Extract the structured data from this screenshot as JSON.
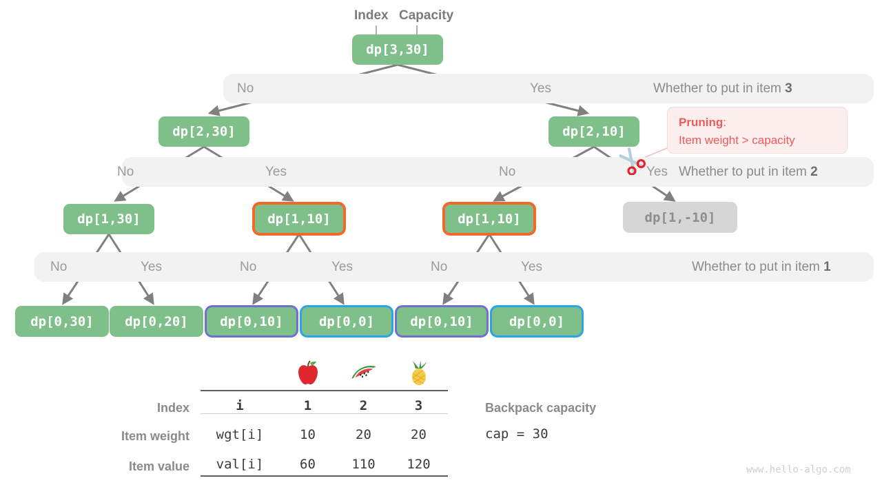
{
  "headers": {
    "index_label": "Index",
    "capacity_label": "Capacity"
  },
  "tree": {
    "nodes": [
      {
        "id": "root",
        "label": "dp[3,30]",
        "style": "green"
      },
      {
        "id": "n2a",
        "label": "dp[2,30]",
        "style": "green"
      },
      {
        "id": "n2b",
        "label": "dp[2,10]",
        "style": "green"
      },
      {
        "id": "n3a",
        "label": "dp[1,30]",
        "style": "green"
      },
      {
        "id": "n3b",
        "label": "dp[1,10]",
        "style": "orange"
      },
      {
        "id": "n3c",
        "label": "dp[1,10]",
        "style": "orange"
      },
      {
        "id": "n3d",
        "label": "dp[1,-10]",
        "style": "grey"
      },
      {
        "id": "l1",
        "label": "dp[0,30]",
        "style": "green"
      },
      {
        "id": "l2",
        "label": "dp[0,20]",
        "style": "green"
      },
      {
        "id": "l3",
        "label": "dp[0,10]",
        "style": "purple"
      },
      {
        "id": "l4",
        "label": "dp[0,0]",
        "style": "blue"
      },
      {
        "id": "l5",
        "label": "dp[0,10]",
        "style": "purple"
      },
      {
        "id": "l6",
        "label": "dp[0,0]",
        "style": "blue"
      }
    ]
  },
  "levels": [
    {
      "id": "level-3",
      "question": "Whether to put in item ",
      "item": "3",
      "choices": [
        "No",
        "Yes"
      ]
    },
    {
      "id": "level-2",
      "question": "Whether to put in item ",
      "item": "2",
      "choices": [
        "No",
        "Yes",
        "No",
        "Yes"
      ]
    },
    {
      "id": "level-1",
      "question": "Whether to put in item ",
      "item": "1",
      "choices": [
        "No",
        "Yes",
        "No",
        "Yes",
        "No",
        "Yes"
      ]
    }
  ],
  "pruning": {
    "title": "Pruning",
    "colon": ":",
    "reason": "Item weight > capacity",
    "icon": "scissors-icon",
    "color": "#ef5a5a"
  },
  "table": {
    "items": [
      "apple-icon",
      "watermelon-icon",
      "pineapple-icon"
    ],
    "row_labels": [
      "Index",
      "Item weight",
      "Item value"
    ],
    "key_column": [
      "i",
      "wgt[i]",
      "val[i]"
    ],
    "columns": [
      "1",
      "2",
      "3"
    ],
    "weights": [
      "10",
      "20",
      "20"
    ],
    "values": [
      "60",
      "110",
      "120"
    ]
  },
  "capacity": {
    "label": "Backpack capacity",
    "value": "cap = 30"
  },
  "watermark": "www.hello-algo.com",
  "colors": {
    "node_green": "#7fc08a",
    "node_grey": "#d6d6d6",
    "border_orange": "#f2682a",
    "border_purple": "#6f6fd0",
    "border_blue": "#2aa3e8",
    "band": "#f2f2f2",
    "edge": "#808080",
    "prune_red": "#ef5a5a"
  }
}
